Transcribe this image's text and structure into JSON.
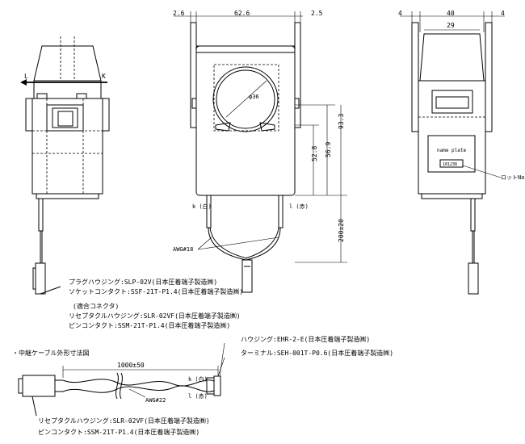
{
  "dimensions": {
    "top_left_gap": "2.6",
    "top_width": "62.6",
    "top_right_gap": "2.5",
    "side_left_gap": "4",
    "side_width": "40",
    "side_right_gap": "4",
    "side_inner_width": "29",
    "hole_diameter": "φ36",
    "height_total": "93.3",
    "height_mid": "56.9",
    "height_lower": "52.8",
    "cable_length": "200±20",
    "relay_cable_length": "1000±50"
  },
  "labels": {
    "arrow_left": "L",
    "arrow_right": "K",
    "k_white": "k (白)",
    "l_red": "l (赤)",
    "wire_gauge": "AWG#18",
    "name_plate": "name plate",
    "lot_code": "101238",
    "lot_no": "ロットNo.",
    "relay_k": "k (白)",
    "relay_l": "l (赤)",
    "relay_gauge": "AWG#22"
  },
  "notes": {
    "plug_housing": "プラグハウジング:SLP-02V(日本圧着端子製造㈱)",
    "socket_contact": "ソケットコンタクト:SSF-21T-P1.4(日本圧着端子製造㈱)",
    "mating_connector": "(適合コネクタ)",
    "receptacle_housing": "リセプタクルハウジング:SLR-02VF(日本圧着端子製造㈱)",
    "pin_contact": "ピンコンタクト:SSM-21T-P1.4(日本圧着端子製造㈱)",
    "housing_right": "ハウジング:EHR-2-E(日本圧着端子製造㈱)",
    "terminal_right": "ターミナル:SEH-001T-P0.6(日本圧着端子製造㈱)",
    "relay_cable_title": "・中継ケーブル外形寸法図",
    "relay_receptacle": "リセプタクルハウジング:SLR-02VF(日本圧着端子製造㈱)",
    "relay_pin": "ピンコンタクト:SSM-21T-P1.4(日本圧着端子製造㈱)"
  }
}
